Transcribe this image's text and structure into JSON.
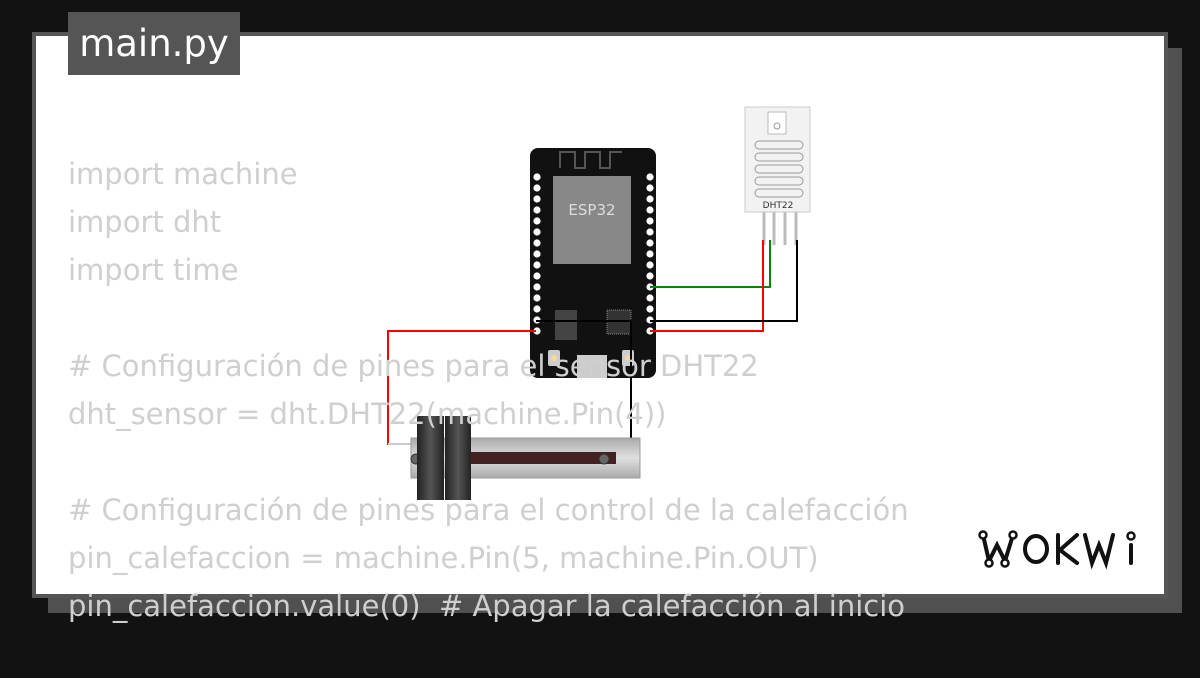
{
  "file_tab": {
    "title": "main.py"
  },
  "code_lines": [
    "import machine",
    "import dht",
    "import time",
    "",
    "# Configuración de pines para el sensor DHT22",
    "dht_sensor = dht.DHT22(machine.Pin(4))",
    "",
    "# Configuración de pines para el control de la calefacción",
    "pin_calefaccion = machine.Pin(5, machine.Pin.OUT)",
    "pin_calefaccion.value(0)  # Apagar la calefacción al inicio"
  ],
  "circuit": {
    "mcu_label": "ESP32",
    "sensor_label": "DHT22",
    "wire_colors": {
      "signal": "#008800",
      "power": "#ff0000",
      "ground": "#000000"
    }
  },
  "brand": {
    "logo_text": "WOKWI"
  }
}
